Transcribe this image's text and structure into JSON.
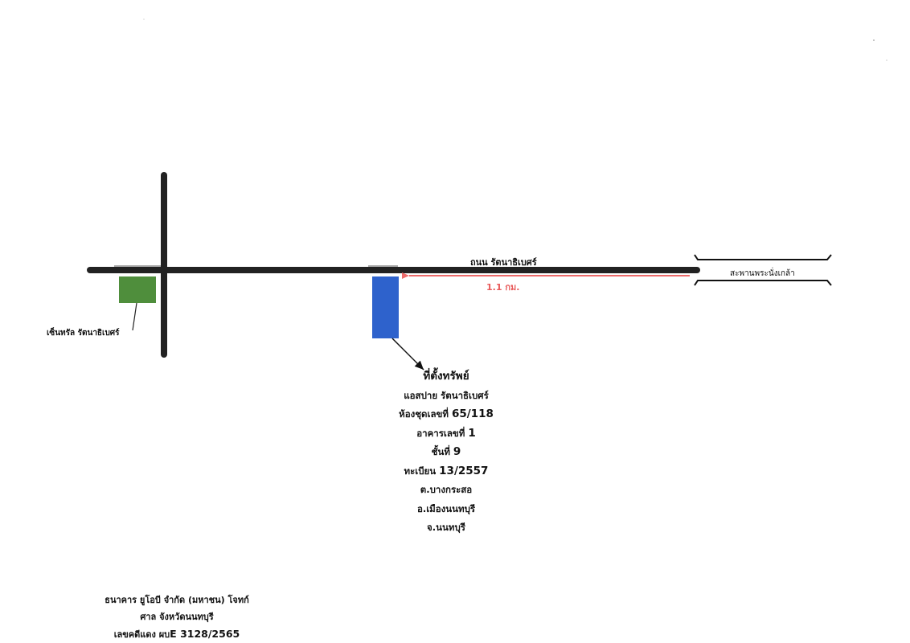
{
  "map": {
    "road_name": "ถนน รัตนาธิเบศร์",
    "bridge_label": "สะพานพระนั่งเกล้า",
    "distance_label": "1.1 กม.",
    "landmark_label": "เซ็นทรัล รัตนาธิเบศร์",
    "colors": {
      "road": "#222222",
      "landmark": "#4f8e3c",
      "property": "#2e62cc",
      "distance_arrow": "#ec6b6b"
    }
  },
  "property": {
    "heading": "ที่ตั้งทรัพย์",
    "project_name": "แอสปาย รัตนาธิเบศร์",
    "unit_label": "ห้องชุดเลขที่",
    "unit_number": "65/118",
    "building_label": "อาคารเลขที่",
    "building_number": "1",
    "floor_label": "ชั้นที่",
    "floor_number": "9",
    "register_label": "ทะเบียน",
    "register_number": "13/2557",
    "subdistrict": "ต.บางกระสอ",
    "district": "อ.เมืองนนทบุรี",
    "province": "จ.นนทบุรี"
  },
  "footer": {
    "plaintiff": "ธนาคาร ยูโอบี จำกัด (มหาชน) โจทก์",
    "court": "ศาล จังหวัดนนทบุรี",
    "case_label": "เลขคดีแดง ผบ",
    "case_number": "E 3128/2565"
  }
}
